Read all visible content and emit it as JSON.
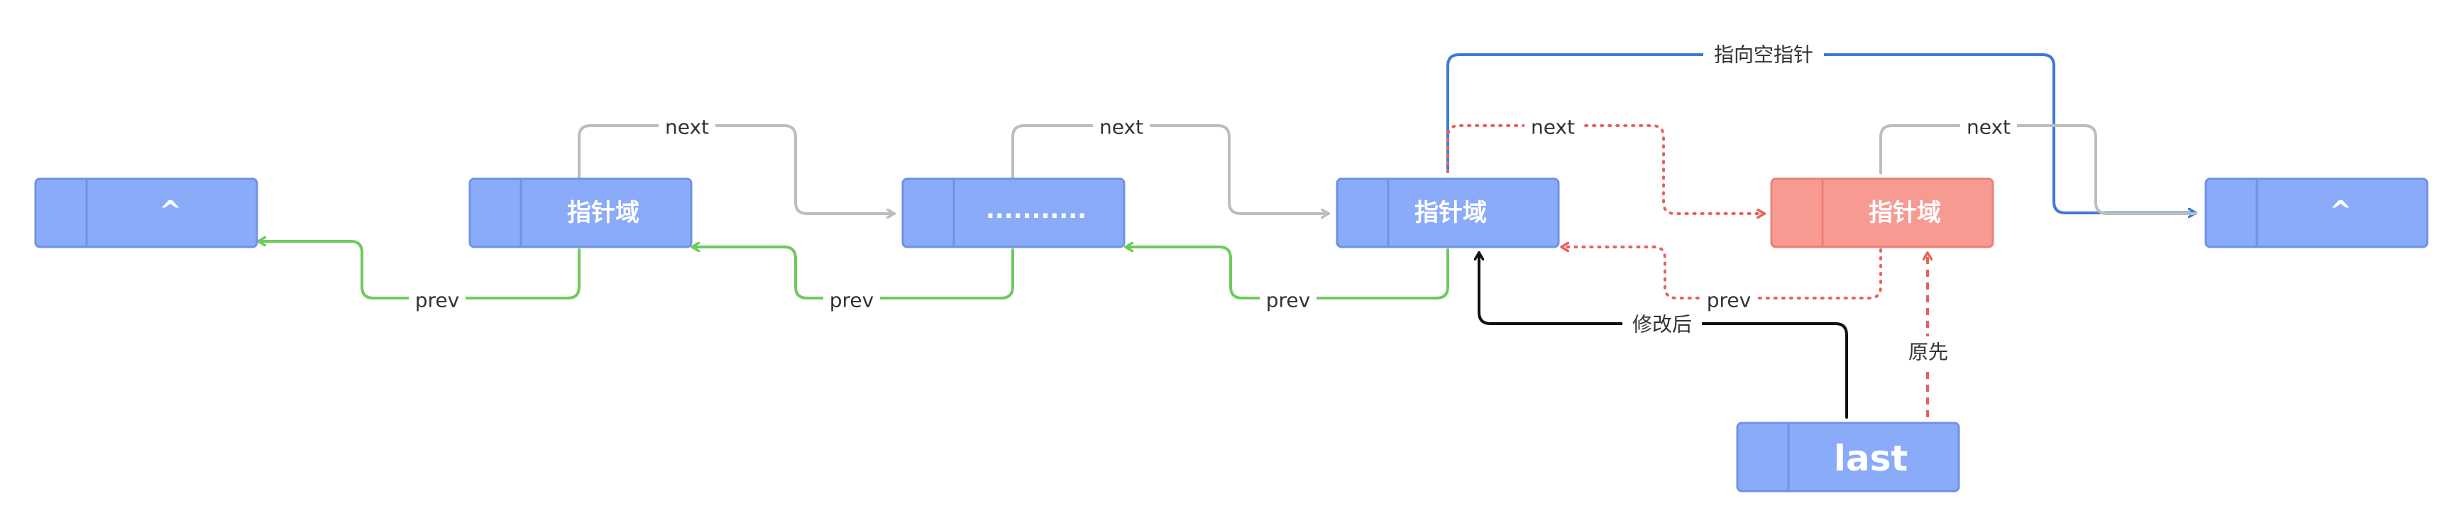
{
  "colors": {
    "node_blue_fill": "#8aabf8",
    "node_blue_stroke": "#6f92e6",
    "node_red_fill": "#f79a92",
    "node_red_stroke": "#ea8078",
    "prev_green": "#6ccc5b",
    "next_gray": "#bdbdbd",
    "null_blue": "#3d7bd9",
    "red_dotted": "#e8625a",
    "black": "#111111"
  },
  "nodes": [
    {
      "id": "node-1",
      "label": "^",
      "color": "blue"
    },
    {
      "id": "node-2",
      "label": "指针域",
      "color": "blue"
    },
    {
      "id": "node-3",
      "label": "...........",
      "color": "blue"
    },
    {
      "id": "node-4",
      "label": "指针域",
      "color": "blue"
    },
    {
      "id": "node-5",
      "label": "指针域",
      "color": "red"
    },
    {
      "id": "node-6",
      "label": "^",
      "color": "blue"
    },
    {
      "id": "last",
      "label": "last",
      "color": "blue"
    }
  ],
  "edges": [
    {
      "id": "next-2-3",
      "from": "node-2",
      "to": "node-3",
      "label": "next",
      "style": "gray"
    },
    {
      "id": "next-3-4",
      "from": "node-3",
      "to": "node-4",
      "label": "next",
      "style": "gray"
    },
    {
      "id": "next-4-5",
      "from": "node-4",
      "to": "node-5",
      "label": "next",
      "style": "red-dotted"
    },
    {
      "id": "next-5-6",
      "from": "node-5",
      "to": "node-6",
      "label": "next",
      "style": "gray"
    },
    {
      "id": "null-4-6",
      "from": "node-4",
      "to": "node-6",
      "label": "指向空指针",
      "style": "blue"
    },
    {
      "id": "prev-2-1",
      "from": "node-2",
      "to": "node-1",
      "label": "prev",
      "style": "green"
    },
    {
      "id": "prev-3-2",
      "from": "node-3",
      "to": "node-2",
      "label": "prev",
      "style": "green"
    },
    {
      "id": "prev-4-3",
      "from": "node-4",
      "to": "node-3",
      "label": "prev",
      "style": "green"
    },
    {
      "id": "prev-5-4",
      "from": "node-5",
      "to": "node-4",
      "label": "prev",
      "style": "red-dotted"
    },
    {
      "id": "last-after",
      "from": "last",
      "to": "node-4",
      "label": "修改后",
      "style": "black"
    },
    {
      "id": "last-before",
      "from": "last",
      "to": "node-5",
      "label": "原先",
      "style": "red-dashed"
    }
  ]
}
